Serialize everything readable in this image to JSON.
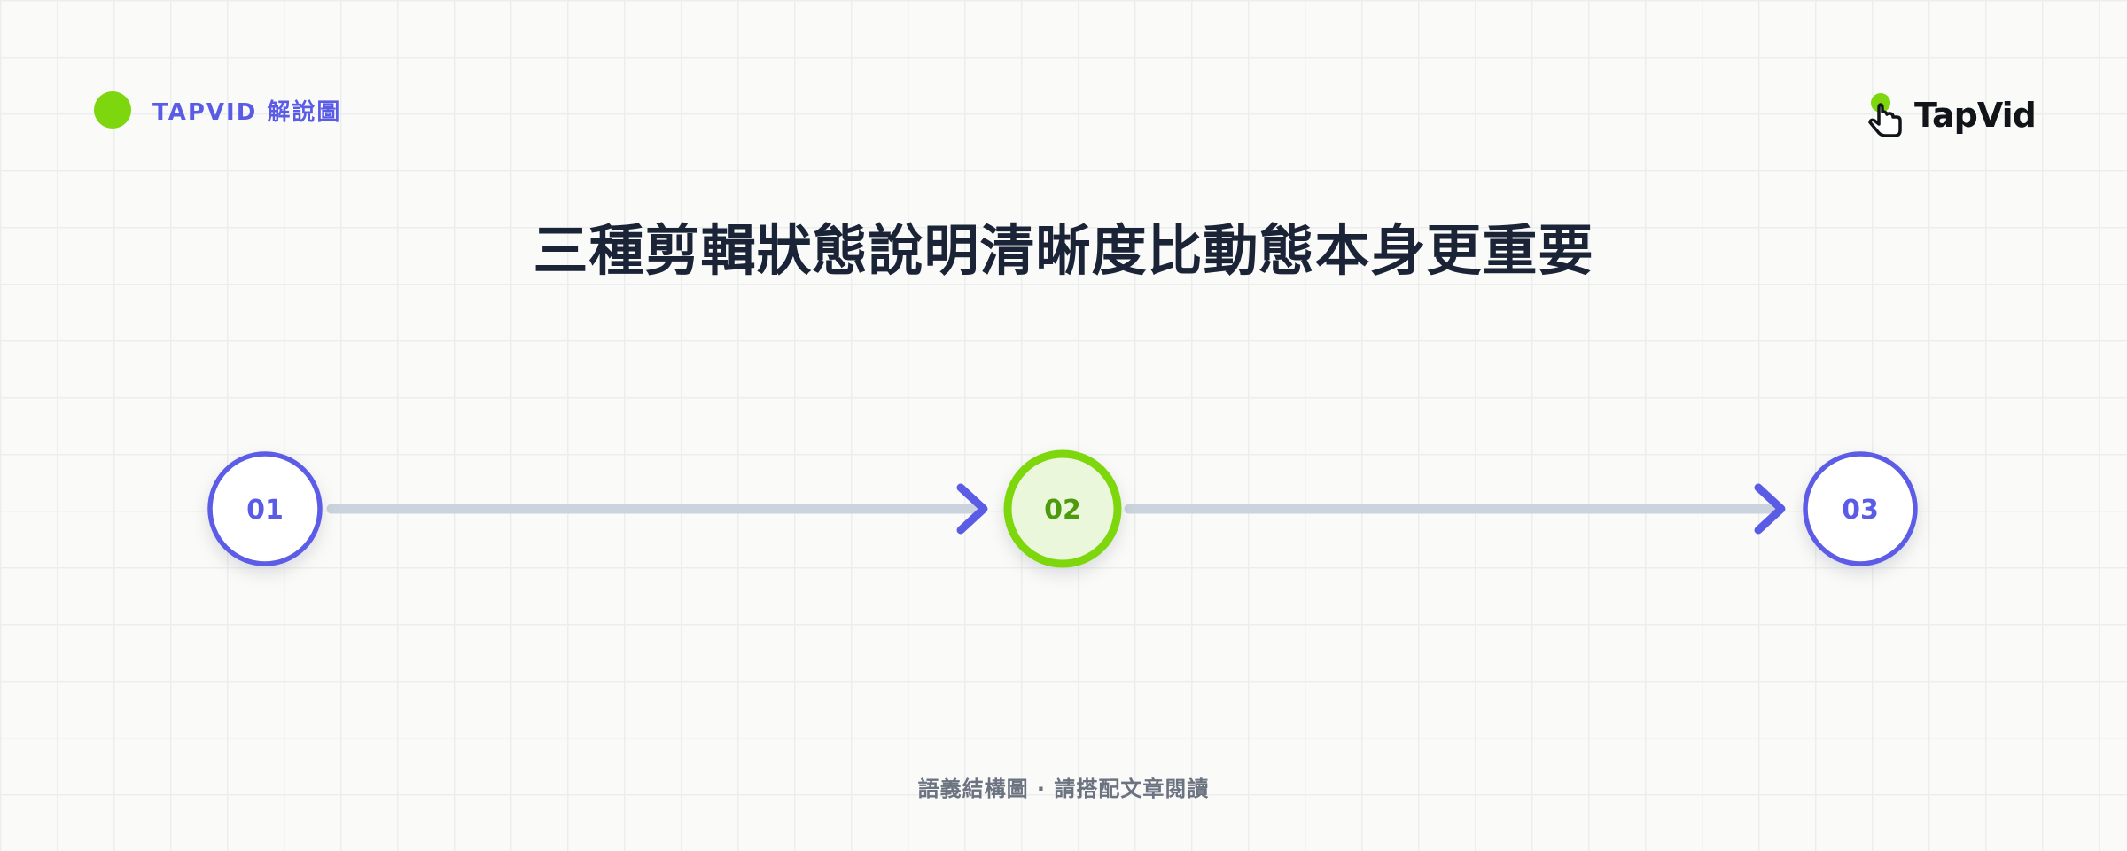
{
  "header": {
    "badge_label": "TAPVID 解說圖",
    "logo_text": "TapVid",
    "logo_icon": "pointer-hand-icon"
  },
  "title": "三種剪輯狀態說明清晰度比動態本身更重要",
  "flow": {
    "steps": [
      {
        "label": "01",
        "state": "default"
      },
      {
        "label": "02",
        "state": "active"
      },
      {
        "label": "03",
        "state": "default"
      }
    ]
  },
  "footer": {
    "caption": "語義結構圖 · 請搭配文章閱讀"
  },
  "colors": {
    "accent_purple": "#5b5ce6",
    "accent_green": "#7ed60e",
    "connector": "#cbd3de",
    "title": "#1b2337",
    "background": "#fafbf9"
  }
}
